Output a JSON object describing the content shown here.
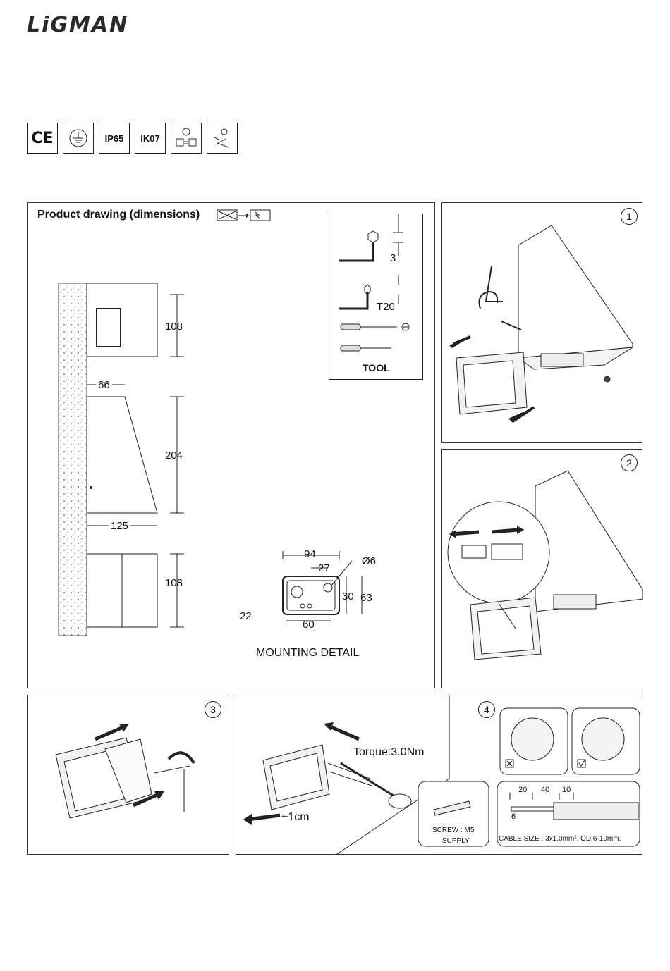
{
  "brand": "LiGMAN",
  "badges": [
    "CE",
    "",
    "IP65",
    "IK07",
    "",
    ""
  ],
  "drawing": {
    "title": "Product drawing (dimensions)",
    "dims": {
      "h_top": "108",
      "depth": "66",
      "h_mid": "204",
      "proj": "125",
      "h_bot": "108"
    },
    "mounting": {
      "w": "94",
      "inner": "27",
      "hole": "Ø6",
      "h_in": "30",
      "h_out": "63",
      "off": "22",
      "base": "60",
      "label": "MOUNTING DETAIL"
    },
    "tool": {
      "hex": "3",
      "torx": "T20",
      "label": "TOOL"
    }
  },
  "steps": {
    "s1": "1",
    "s2": "2",
    "s3": "3",
    "s4": "4",
    "torque": "Torque:3.0Nm",
    "cm": "~1cm",
    "screw_line1": "SCREW : M5",
    "screw_line2": "SUPPLY",
    "strip": {
      "a": "20",
      "b": "40",
      "c": "10",
      "d": "6"
    },
    "cable": "CABLE SIZE : 3x1.0mm². OD.6-10mm."
  }
}
